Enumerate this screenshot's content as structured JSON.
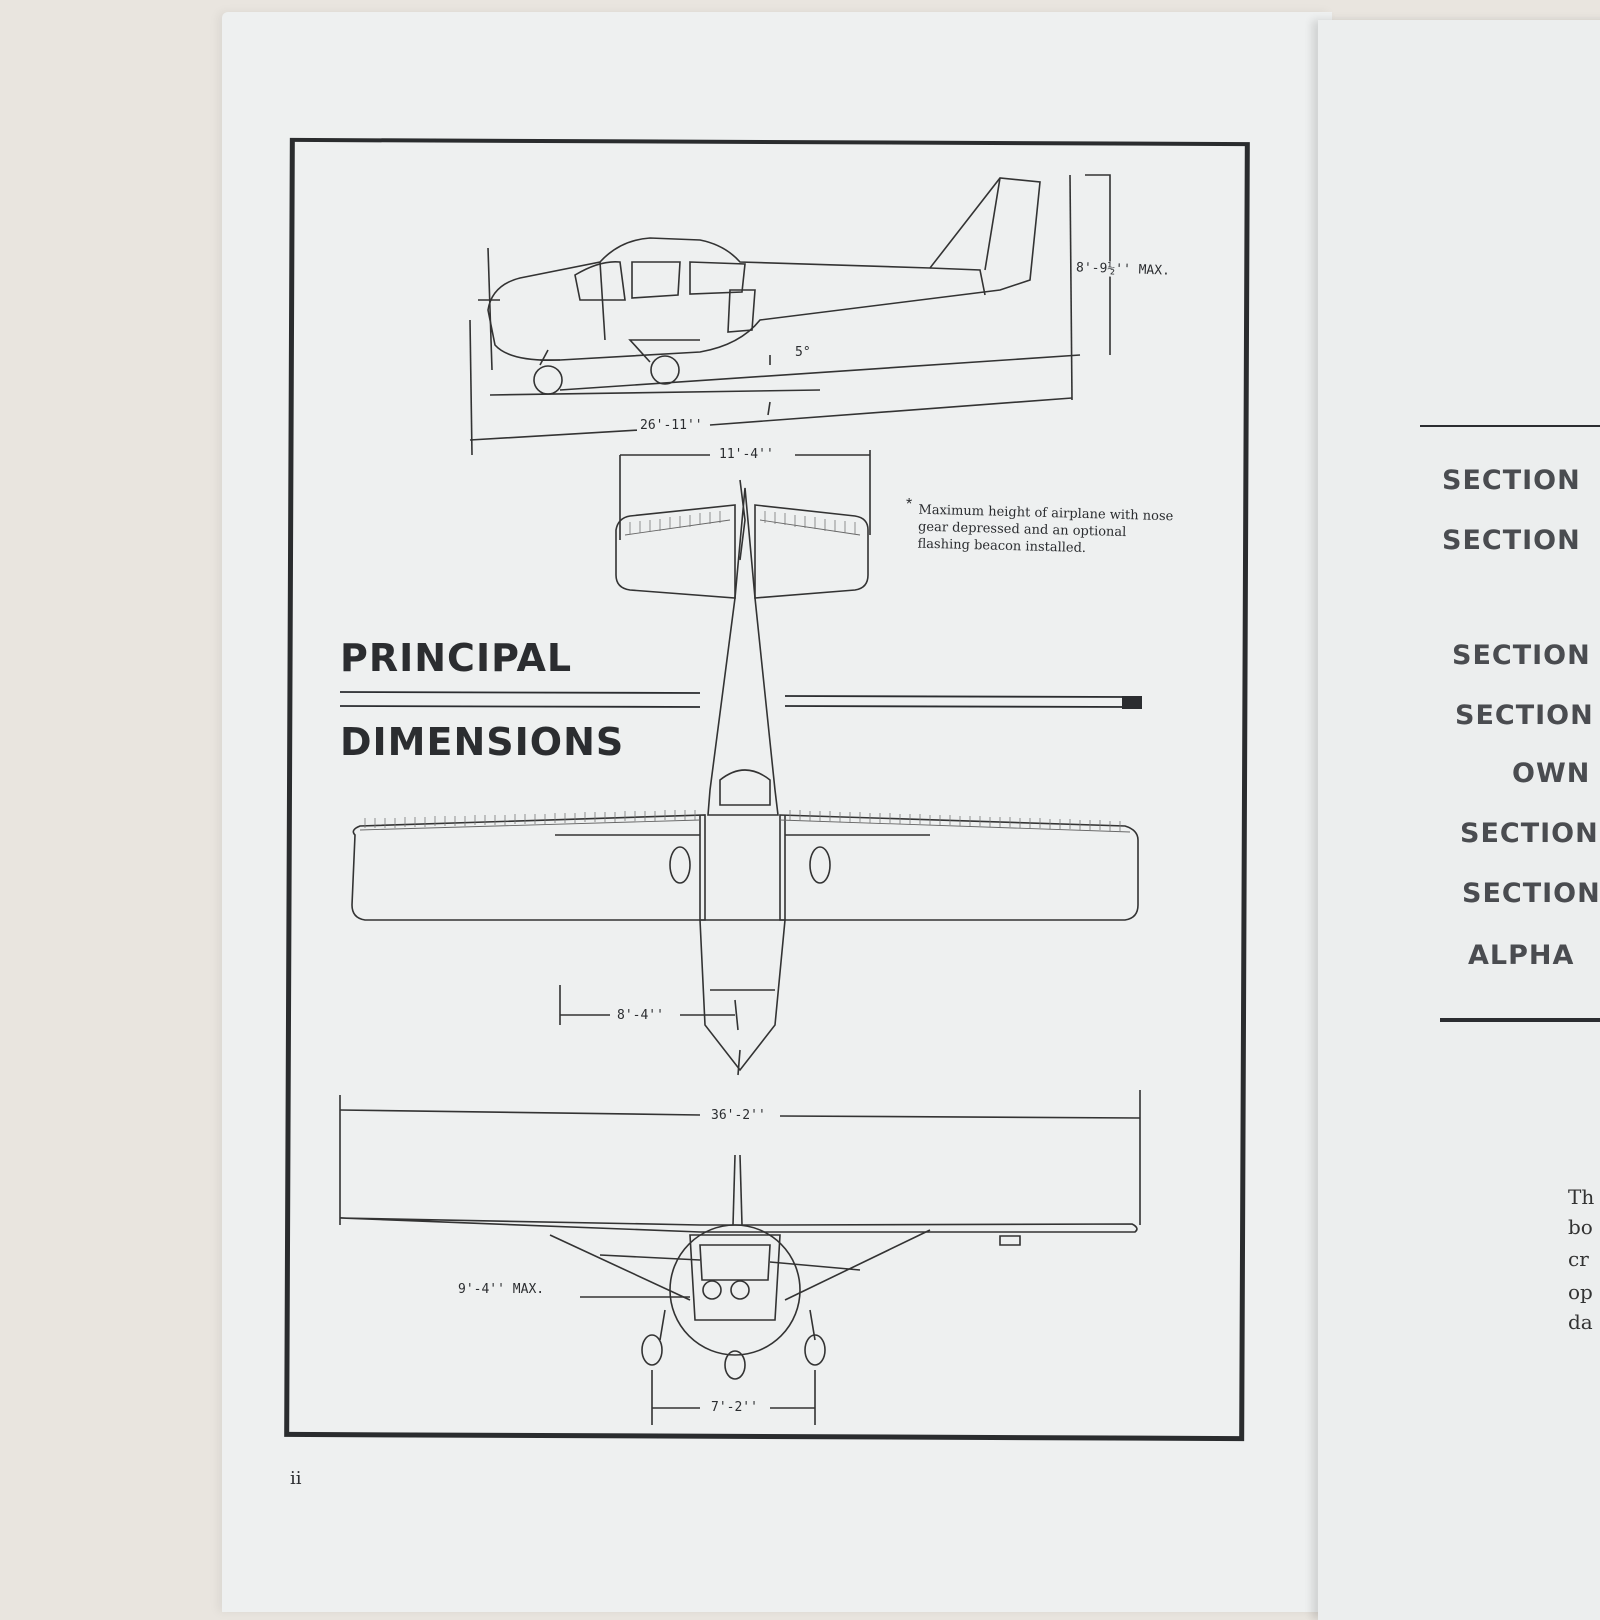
{
  "page": {
    "title_line1": "PRINCIPAL",
    "title_line2": "DIMENSIONS",
    "page_number": "ii"
  },
  "dimensions": {
    "height": "8'-9½'' MAX.",
    "angle": "5°",
    "length": "26'-11''",
    "tail_span": "11'-4''",
    "wing_to_fuselage": "8'-4''",
    "wing_span": "36'-2''",
    "prop_height": "9'-4'' MAX.",
    "gear_track": "7'-2''"
  },
  "note": {
    "marker": "*",
    "text": "Maximum height of airplane with nose gear depressed and an optional flashing beacon installed."
  },
  "right_page": {
    "toc_items": [
      "SECTION",
      "SECTION",
      "SECTION",
      "SECTION",
      "OWN",
      "SECTION",
      "SECTION",
      "ALPHA"
    ],
    "text_fragments": [
      "Th",
      "bo",
      "cr",
      "op",
      "da"
    ]
  }
}
